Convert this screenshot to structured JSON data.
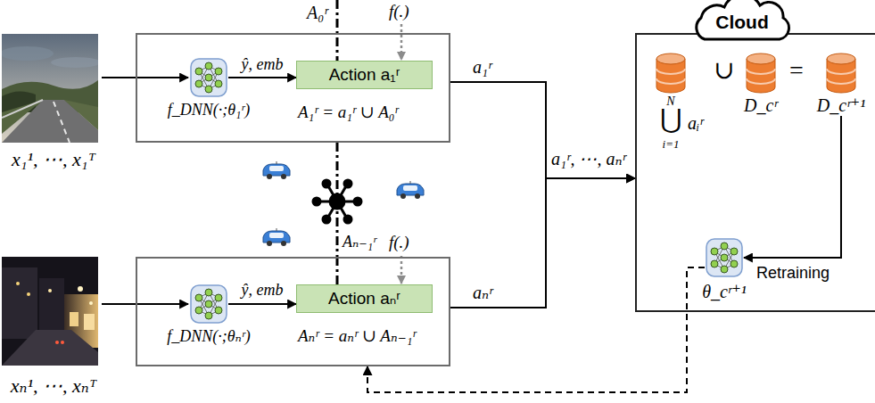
{
  "diagram": {
    "nodes": [
      {
        "text": [
          "A₁ʳ = a₁ʳ ∪ A₀ʳ"
        ]
      },
      {
        "text": [
          "f_DNN(·;θ₁ʳ)"
        ],
        "in": 0
      },
      {
        "text": [
          "Action a₁ʳ"
        ],
        "in": 0
      },
      {
        "text": [
          "Aₙʳ = aₙʳ ∪ Aₙ₋₁ʳ"
        ]
      },
      {
        "text": [
          "f_DNN(·;θₙʳ)"
        ],
        "in": 3
      },
      {
        "text": [
          "Action aₙʳ"
        ],
        "in": 3
      },
      {
        "text": [
          "Cloud"
        ]
      },
      {
        "text": [
          "N",
          "⋃",
          "i=1",
          "aᵢʳ"
        ],
        "in": 6
      },
      {
        "text": [
          "D_cʳ"
        ],
        "in": 6
      },
      {
        "text": [
          "D_cʳ⁺¹"
        ],
        "in": 6
      },
      {
        "text": [
          "θ_cʳ⁺¹"
        ],
        "in": 6
      }
    ],
    "edges": [
      {
        "from": 1,
        "to": 2,
        "label": "ŷ, emb",
        "arrow": "to"
      },
      {
        "from": 4,
        "to": 5,
        "label": "ŷ, emb",
        "arrow": "to"
      },
      {
        "from": 0,
        "to": 6,
        "label": "a₁ʳ",
        "arrow": "to"
      },
      {
        "from": 3,
        "to": 6,
        "label": "aₙʳ",
        "arrow": "to"
      },
      {
        "from": 9,
        "to": 10,
        "label": "Retraining",
        "arrow": "to"
      },
      {
        "from": 10,
        "to": 3,
        "arrow": "to"
      },
      {
        "from": 0,
        "to": 3,
        "arrow": "none"
      }
    ],
    "labels": [
      "x₁¹, ⋯, x₁ᵀ",
      "A₀ʳ",
      "f(.)",
      "Aₙ₋₁ʳ",
      "f(.)",
      "xₙ¹, ⋯, xₙᵀ",
      "a₁ʳ, ⋯, aₙʳ",
      "∪",
      "="
    ]
  }
}
